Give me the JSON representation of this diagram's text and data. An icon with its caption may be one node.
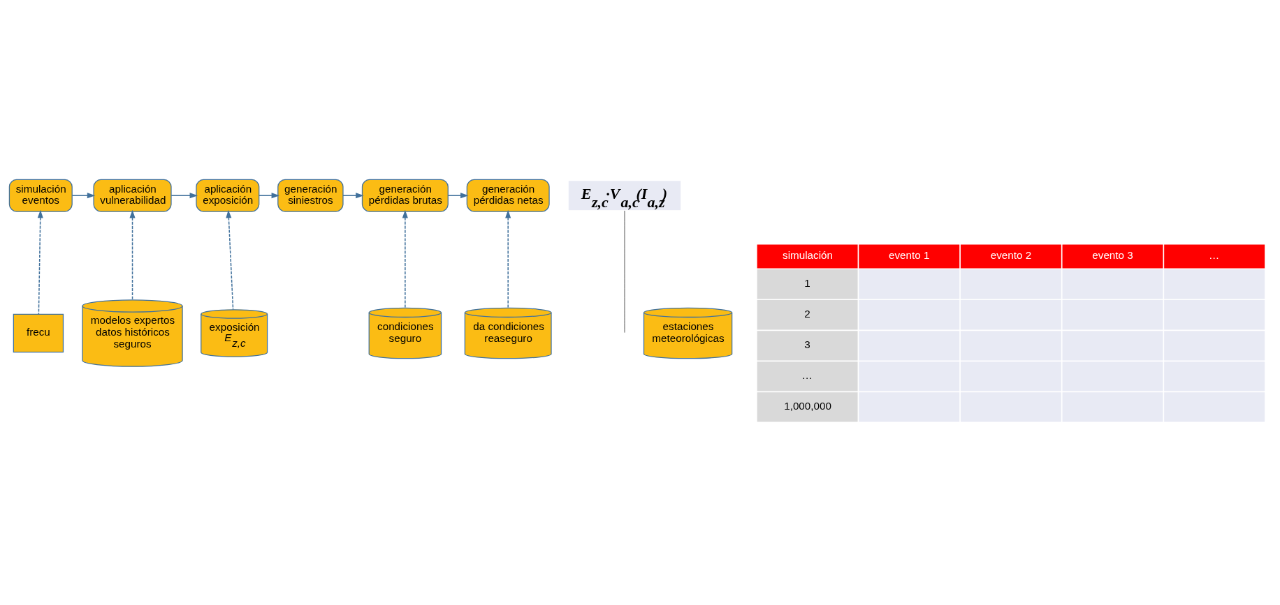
{
  "diagram": {
    "nodes": [
      {
        "text": [
          "simulación eventos"
        ]
      },
      {
        "text": [
          "aplicación vulnerabilidad"
        ]
      },
      {
        "text": [
          "aplicación exposición"
        ]
      },
      {
        "text": [
          "generación siniestros"
        ]
      },
      {
        "text": [
          "generación pérdidas brutas"
        ]
      },
      {
        "text": [
          "generación pérdidas netas"
        ]
      },
      {
        "text": [
          "frecu"
        ]
      },
      {
        "text": [
          "E$_{z,c}$·V$_{a,c}$(I$_{a,z}$)"
        ]
      },
      {
        "text": [
          "estaciones meteorológicas"
        ]
      },
      {
        "text": [
          "modelos expertos",
          "datos históricos seguros"
        ]
      },
      {
        "text": [
          "exposición",
          "E$_{z,c}$"
        ]
      },
      {
        "text": [
          "condiciones seguro"
        ]
      },
      {
        "text": [
          "da condiciones reaseguro"
        ]
      }
    ],
    "edges": [
      {
        "from": 0,
        "to": 1,
        "arrow": "to"
      },
      {
        "from": 1,
        "to": 2,
        "arrow": "to"
      },
      {
        "from": 2,
        "to": 3,
        "arrow": "to"
      },
      {
        "from": 3,
        "to": 4,
        "arrow": "to"
      },
      {
        "from": 4,
        "to": 5,
        "arrow": "to"
      },
      {
        "from": 6,
        "to": 0,
        "arrow": "to",
        "style": "dashed"
      },
      {
        "from": 9,
        "to": 1,
        "arrow": "to",
        "style": "dashed"
      },
      {
        "from": 10,
        "to": 2,
        "arrow": "to",
        "style": "dashed"
      },
      {
        "from": 11,
        "to": 4,
        "arrow": "to",
        "style": "dashed"
      },
      {
        "from": 12,
        "to": 5,
        "arrow": "to",
        "style": "dashed"
      },
      {
        "from": 7,
        "to": null,
        "arrow": "none",
        "color": "#000000"
      }
    ],
    "labels": [
      "simulación",
      "evento 1",
      "evento 2",
      "evento 3",
      "…",
      "1",
      "2",
      "3",
      "…",
      "1,000,000"
    ]
  }
}
